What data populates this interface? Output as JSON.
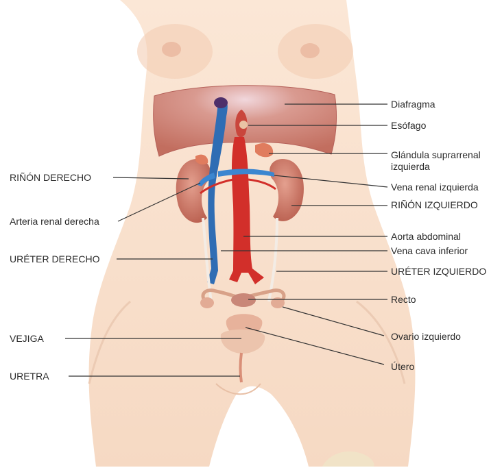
{
  "labels": {
    "diafragma": "Diafragma",
    "esofago": "Esófago",
    "glandula_suprarrenal": "Glándula suprarrenal\nizquierda",
    "vena_renal_izquierda": "Vena renal izquierda",
    "rinon_izquierdo": "RIÑÓN IZQUIERDO",
    "aorta_abdominal": "Aorta abdominal",
    "vena_cava_inferior": "Vena cava inferior",
    "ureter_izquierdo": "URÉTER IZQUIERDO",
    "recto": "Recto",
    "ovario_izquierdo": "Ovario izquierdo",
    "utero": "Útero",
    "rinon_derecho": "RIÑÓN DERECHO",
    "arteria_renal_derecha": "Arteria renal derecha",
    "ureter_derecho": "URÉTER DERECHO",
    "vejiga": "VEJIGA",
    "uretra": "URETRA"
  }
}
